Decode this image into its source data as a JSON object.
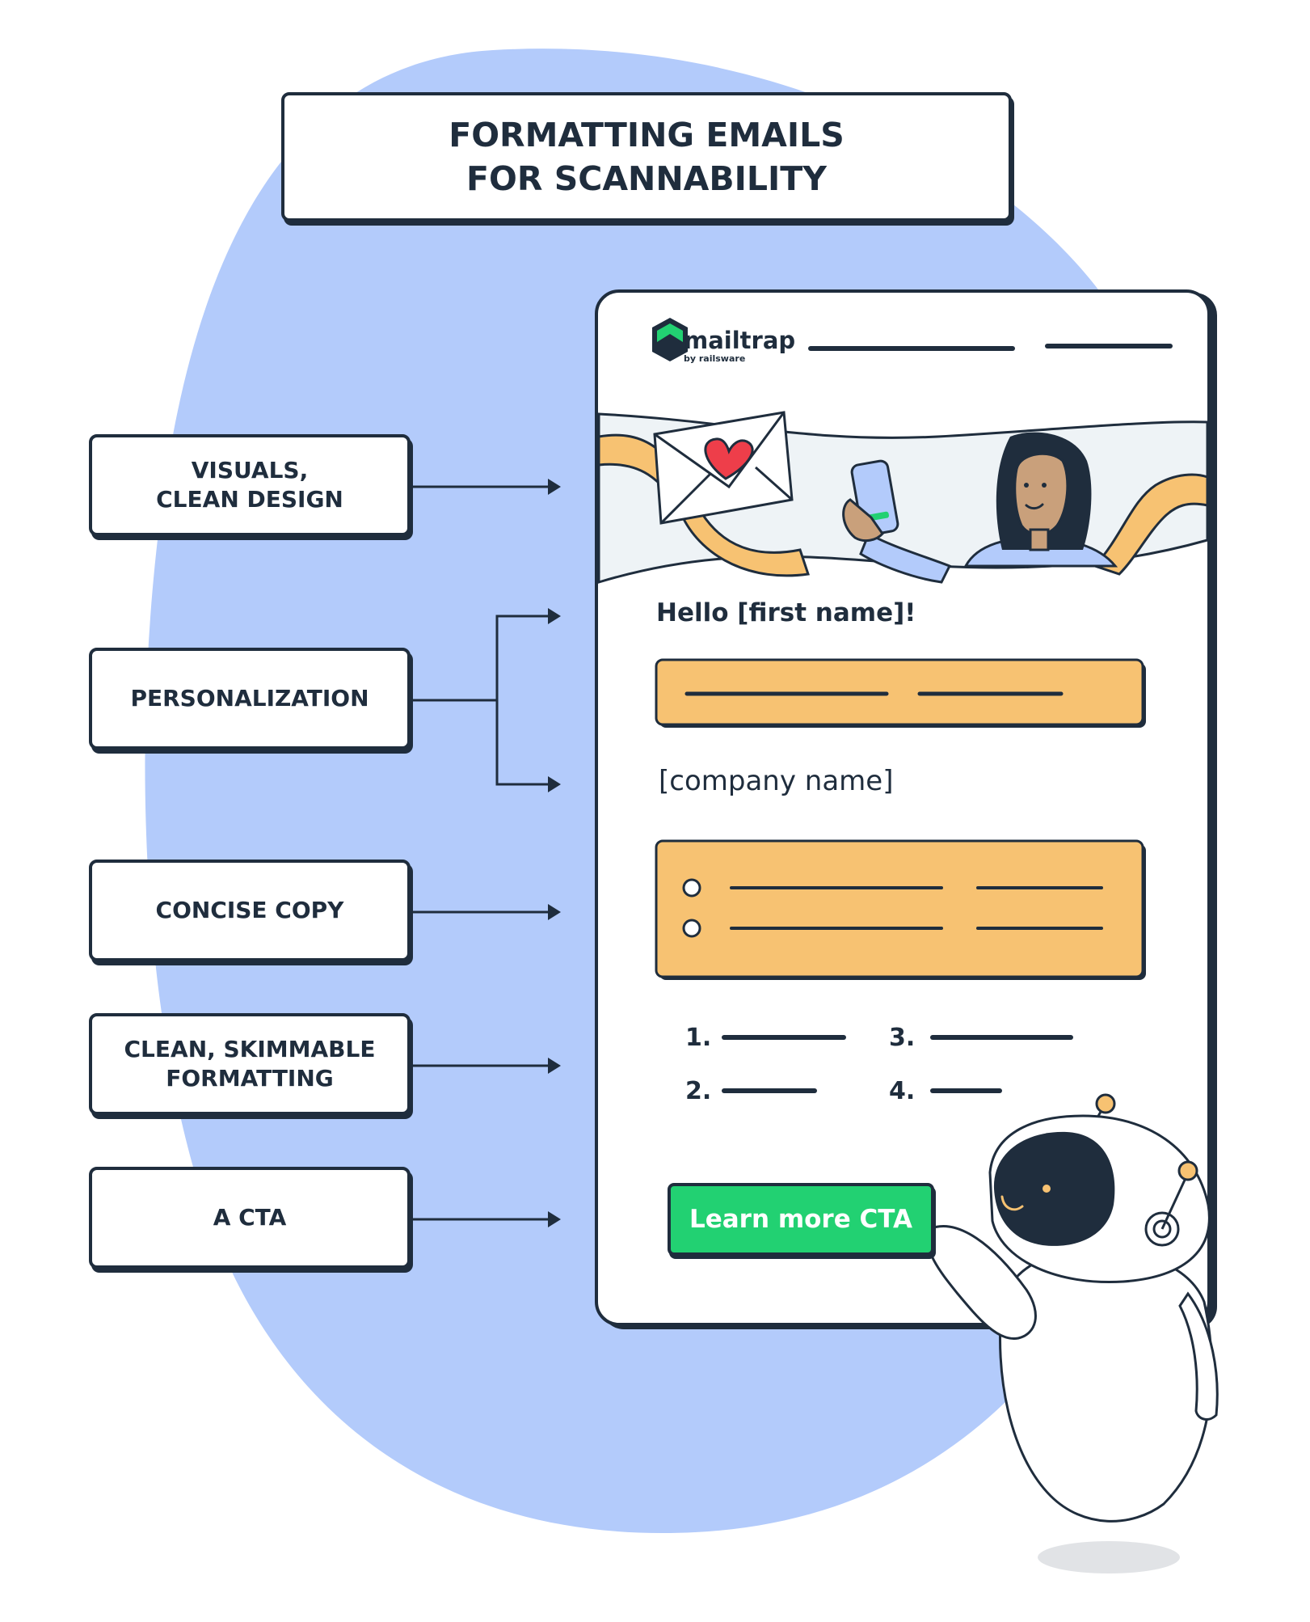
{
  "title": {
    "line1": "FORMATTING EMAILS",
    "line2": "FOR SCANNABILITY"
  },
  "labels": [
    {
      "id": "visuals",
      "text": "VISUALS,\nCLEAN DESIGN"
    },
    {
      "id": "personalization",
      "text": "PERSONALIZATION"
    },
    {
      "id": "concise",
      "text": "CONCISE COPY"
    },
    {
      "id": "formatting",
      "text": "CLEAN, SKIMMABLE\nFORMATTING"
    },
    {
      "id": "cta",
      "text": "A CTA"
    }
  ],
  "email": {
    "brand_name": "mailtrap",
    "brand_sub": "by railsware",
    "greeting": "Hello [first name]!",
    "company": "[company name]",
    "list_numbers": [
      "1.",
      "2.",
      "3.",
      "4."
    ],
    "cta_label": "Learn more CTA"
  },
  "colors": {
    "ink": "#1f2d3d",
    "blob": "#b3cbfb",
    "orange": "#f7c272",
    "green": "#22d172",
    "banner": "#eef3f6"
  },
  "icons": [
    "heart-envelope-icon",
    "phone-icon",
    "woman-avatar-icon",
    "robot-mascot-icon",
    "mailtrap-logo-icon"
  ]
}
